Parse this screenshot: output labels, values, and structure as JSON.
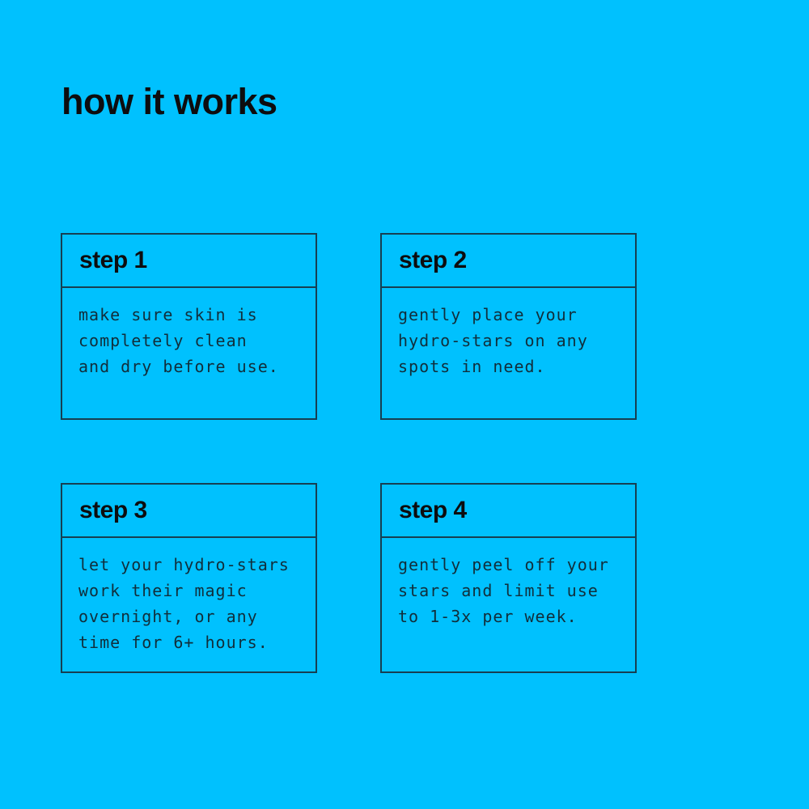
{
  "page": {
    "title": "how it works",
    "colors": {
      "background": "#00C1FE",
      "border": "#173f52",
      "heading_text": "#0d0d0f",
      "body_text": "#112e3b"
    }
  },
  "steps": [
    {
      "label": "step 1",
      "text": "make sure skin is\ncompletely clean\nand dry before use."
    },
    {
      "label": "step 2",
      "text": "gently place your\nhydro-stars on any\nspots in need."
    },
    {
      "label": "step 3",
      "text": "let your hydro-stars\nwork their magic\novernight, or any\ntime for 6+ hours."
    },
    {
      "label": "step 4",
      "text": "gently peel off your\nstars and limit use\nto 1-3x per week."
    }
  ]
}
